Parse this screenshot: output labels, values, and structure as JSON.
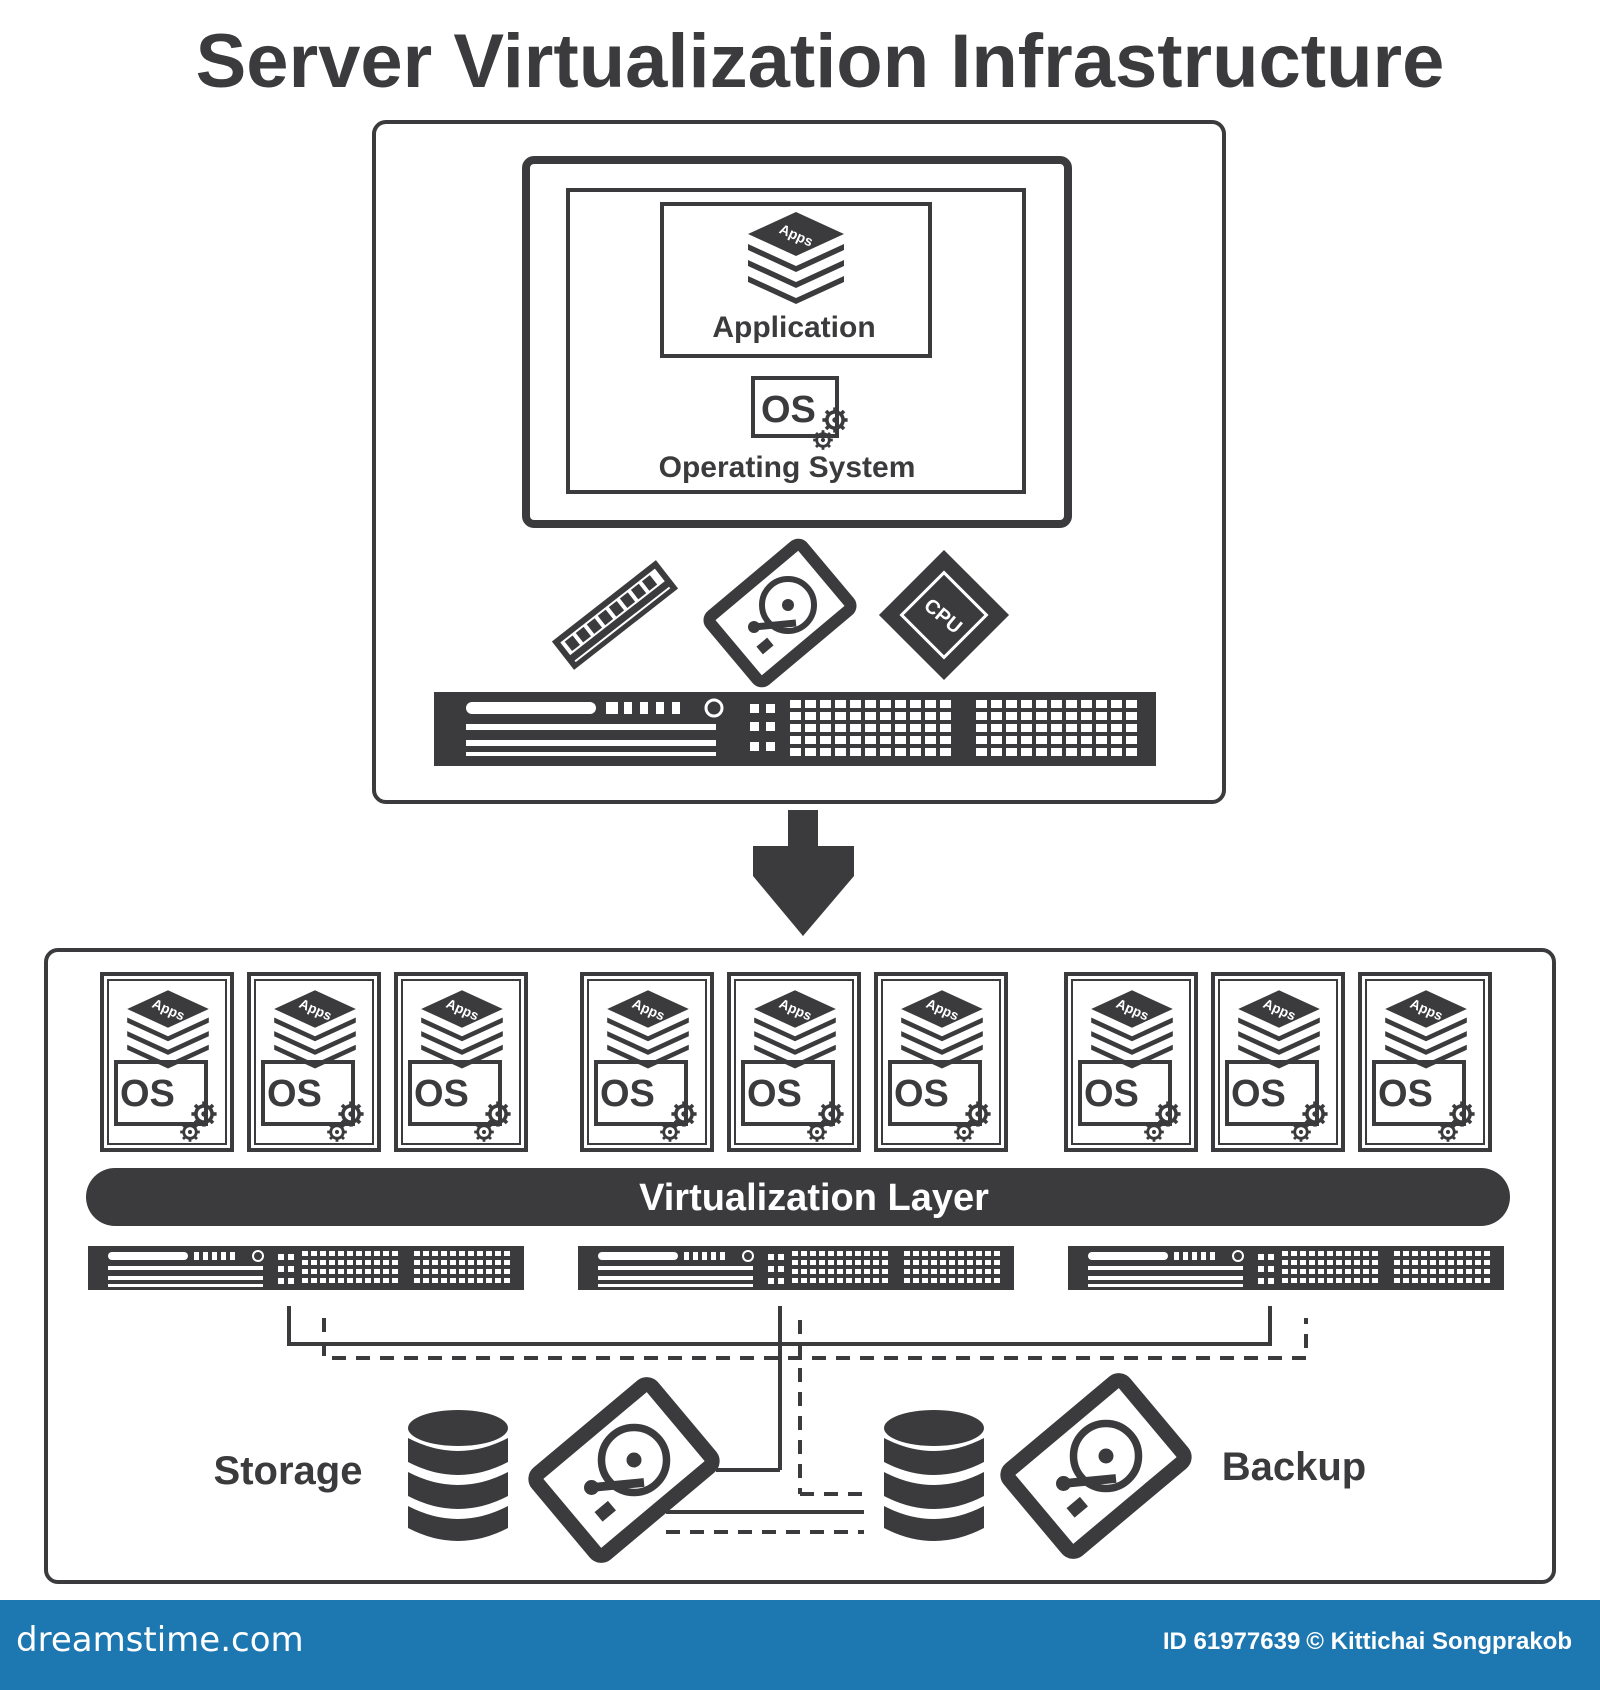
{
  "title": "Server Virtualization Infrastructure",
  "physical_server": {
    "application_label": "Application",
    "apps_icon_text": "Apps",
    "os_icon_text": "OS",
    "operating_system_label": "Operating System",
    "cpu_icon_text": "CPU"
  },
  "virtualized": {
    "vm_apps_text": "Apps",
    "vm_os_text": "OS",
    "vm_count": 9,
    "layer_label": "Virtualization Layer",
    "rack_server_count": 3,
    "storage_label": "Storage",
    "backup_label": "Backup"
  },
  "footer": {
    "brand": "dreamstime.com",
    "id_label": "ID 61977639",
    "credit": "© Kittichai Songprakob"
  },
  "colors": {
    "ink": "#3b3b3d",
    "background": "#ffffff",
    "footer": "#1d77b0"
  }
}
